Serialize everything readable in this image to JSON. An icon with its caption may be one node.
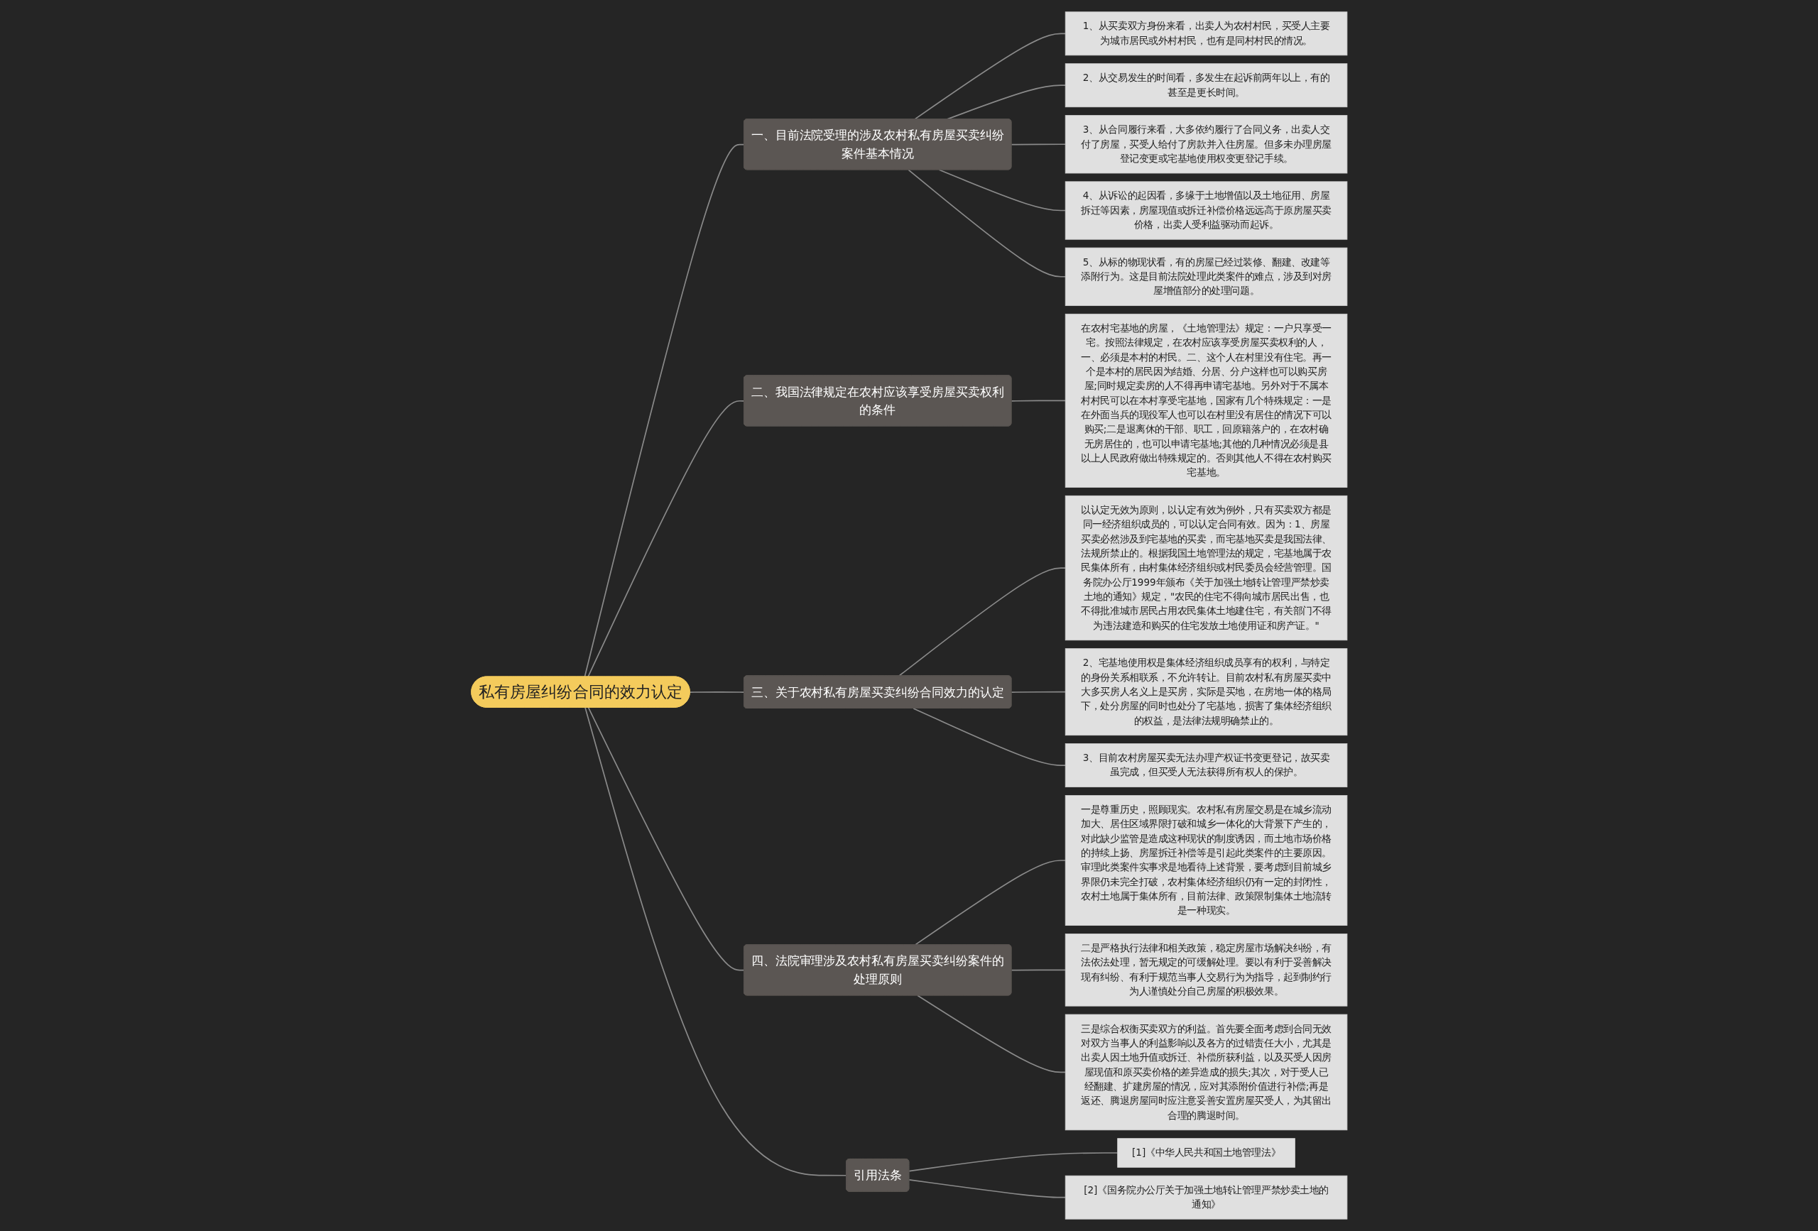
{
  "diagram": {
    "nodes": [
      {
        "text": [
          "私有房屋纠纷合同的效力认定"
        ]
      },
      {
        "text": [
          "一、目前法院受理的涉及农村私有房屋买卖纠纷案件基本情况"
        ]
      },
      {
        "text": [
          "1、从买卖双方身份来看，出卖人为农村村民，买受人主要为城市居民或外村村民，也有是同村村民的情况。"
        ]
      },
      {
        "text": [
          "2、从交易发生的时间看，多发生在起诉前两年以上，有的甚至是更长时间。"
        ]
      },
      {
        "text": [
          "3、从合同履行来看，大多依约履行了合同义务，出卖人交付了房屋，买受人给付了房款并入住房屋。但多未办理房屋登记变更或宅基地使用权变更登记手续。"
        ]
      },
      {
        "text": [
          "4、从诉讼的起因看，多缘于土地增值以及土地征用、房屋拆迁等因素，房屋现值或拆迁补偿价格远远高于原房屋买卖价格，出卖人受利益驱动而起诉。"
        ]
      },
      {
        "text": [
          "5、从标的物现状看，有的房屋已经过装修、翻建、改建等添附行为。这是目前法院处理此类案件的难点，涉及到对房屋增值部分的处理问题。"
        ]
      },
      {
        "text": [
          "二、我国法律规定在农村应该享受房屋买卖权利的条件"
        ]
      },
      {
        "text": [
          "在农村宅基地的房屋，《土地管理法》规定：一户只享受一宅。按照法律规定，在农村应该享受房屋买卖权利的人，一、必须是本村的村民。二、这个人在村里没有住宅。再一个是本村的居民因为结婚、分居、分户这样也可以购买房屋;同时规定卖房的人不得再申请宅基地。另外对于不属本村村民可以在本村享受宅基地，国家有几个特殊规定：一是在外面当兵的现役军人也可以在村里没有居住的情况下可以购买;二是退离休的干部、职工，回原籍落户的，在农村确无房居住的，也可以申请宅基地;其他的几种情况必须是县以上人民政府做出特殊规定的。否则其他人不得在农村购买宅基地。"
        ]
      },
      {
        "text": [
          "三、关于农村私有房屋买卖纠纷合同效力的认定"
        ]
      },
      {
        "text": [
          "以认定无效为原则，以认定有效为例外，只有买卖双方都是同一经济组织成员的，可以认定合同有效。因为：1、房屋买卖必然涉及到宅基地的买卖，而宅基地买卖是我国法律、法规所禁止的。根据我国土地管理法的规定，宅基地属于农民集体所有，由村集体经济组织或村民委员会经营管理。国务院办公厅1999年颁布《关于加强土地转让管理严禁炒卖土地的通知》规定，\"农民的住宅不得向城市居民出售，也不得批准城市居民占用农民集体土地建住宅，有关部门不得为违法建造和购买的住宅发放土地使用证和房产证。\""
        ]
      },
      {
        "text": [
          "2、宅基地使用权是集体经济组织成员享有的权利，与特定的身份关系相联系，不允许转让。目前农村私有房屋买卖中大多买房人名义上是买房，实际是买地，在房地一体的格局下，处分房屋的同时也处分了宅基地，损害了集体经济组织的权益，是法律法规明确禁止的。"
        ]
      },
      {
        "text": [
          "3、目前农村房屋买卖无法办理产权证书变更登记，故买卖虽完成，但买受人无法获得所有权人的保护。"
        ]
      },
      {
        "text": [
          "四、法院审理涉及农村私有房屋买卖纠纷案件的处理原则"
        ]
      },
      {
        "text": [
          "一是尊重历史，照顾现实。农村私有房屋交易是在城乡流动加大、居住区域界限打破和城乡一体化的大背景下产生的，对此缺少监管是造成这种现状的制度诱因，而土地市场价格的持续上扬、房屋拆迁补偿等是引起此类案件的主要原因。审理此类案件实事求是地看待上述背景，要考虑到目前城乡界限仍未完全打破，农村集体经济组织仍有一定的封闭性，农村土地属于集体所有，目前法律、政策限制集体土地流转是一种现实。"
        ]
      },
      {
        "text": [
          "二是严格执行法律和相关政策，稳定房屋市场解决纠纷，有法依法处理，暂无规定的可缓解处理。要以有利于妥善解决现有纠纷、有利于规范当事人交易行为为指导，起到制约行为人谨慎处分自己房屋的积极效果。"
        ]
      },
      {
        "text": [
          "三是综合权衡买卖双方的利益。首先要全面考虑到合同无效对双方当事人的利益影响以及各方的过错责任大小，尤其是出卖人因土地升值或拆迁、补偿所获利益，以及买受人因房屋现值和原买卖价格的差异造成的损失;其次，对于受人已经翻建、扩建房屋的情况，应对其添附价值进行补偿;再是返还、腾退房屋同时应注意妥善安置房屋买受人，为其留出合理的腾退时间。"
        ]
      },
      {
        "text": [
          "引用法条"
        ]
      },
      {
        "text": [
          "[1]《中华人民共和国土地管理法》"
        ]
      },
      {
        "text": [
          "[2]《国务院办公厅关于加强土地转让管理严禁炒卖土地的通知》"
        ]
      }
    ],
    "edges": [
      {
        "from": 0,
        "to": 1,
        "arrow": "none"
      },
      {
        "from": 1,
        "to": 2,
        "arrow": "none"
      },
      {
        "from": 1,
        "to": 3,
        "arrow": "none"
      },
      {
        "from": 1,
        "to": 4,
        "arrow": "none"
      },
      {
        "from": 1,
        "to": 5,
        "arrow": "none"
      },
      {
        "from": 1,
        "to": 6,
        "arrow": "none"
      },
      {
        "from": 0,
        "to": 7,
        "arrow": "none"
      },
      {
        "from": 7,
        "to": 8,
        "arrow": "none"
      },
      {
        "from": 0,
        "to": 9,
        "arrow": "none"
      },
      {
        "from": 9,
        "to": 10,
        "arrow": "none"
      },
      {
        "from": 9,
        "to": 11,
        "arrow": "none"
      },
      {
        "from": 9,
        "to": 12,
        "arrow": "none"
      },
      {
        "from": 0,
        "to": 13,
        "arrow": "none"
      },
      {
        "from": 13,
        "to": 14,
        "arrow": "none"
      },
      {
        "from": 13,
        "to": 15,
        "arrow": "none"
      },
      {
        "from": 13,
        "to": 16,
        "arrow": "none"
      },
      {
        "from": 0,
        "to": 17,
        "arrow": "none"
      },
      {
        "from": 17,
        "to": 18,
        "arrow": "none"
      },
      {
        "from": 17,
        "to": 19,
        "arrow": "none"
      }
    ]
  }
}
